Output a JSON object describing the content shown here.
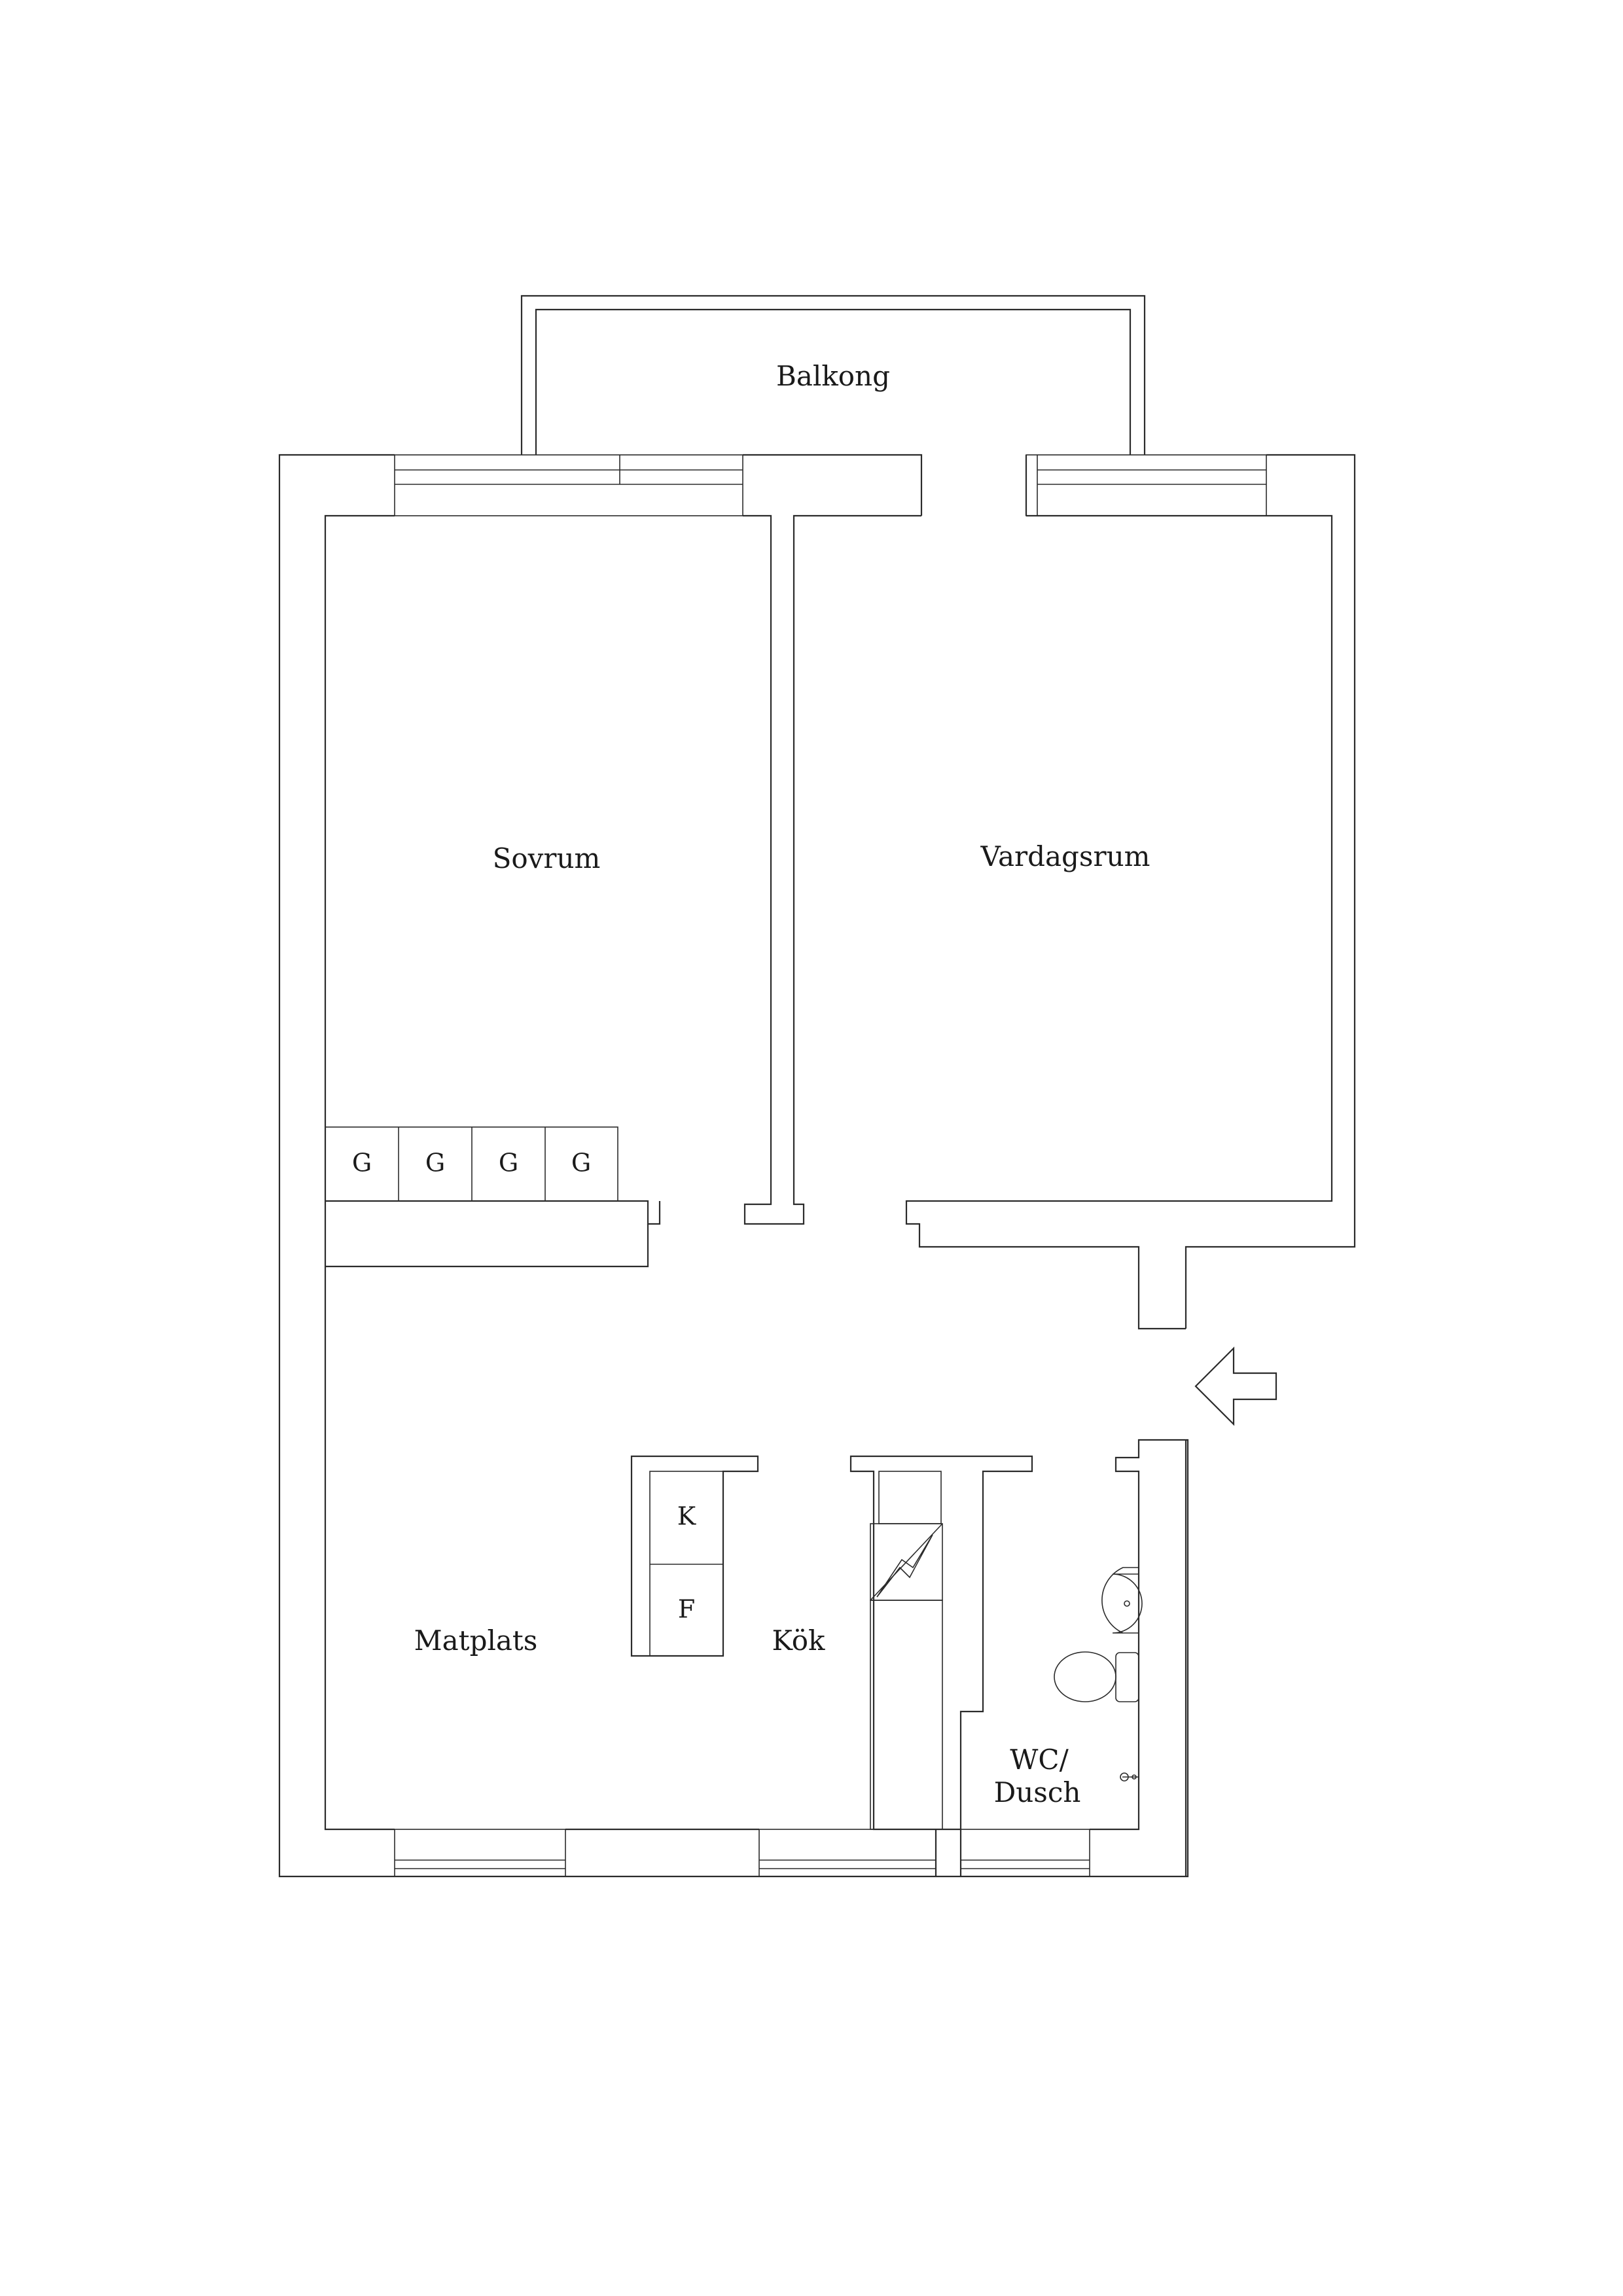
{
  "rooms": {
    "balcony": "Balkong",
    "bedroom": "Sovrum",
    "living_room": "Vardagsrum",
    "dining": "Matplats",
    "kitchen": "Kök",
    "bathroom_line1": "WC/",
    "bathroom_line2": "Dusch"
  },
  "fixtures": {
    "wardrobes": [
      "G",
      "G",
      "G",
      "G"
    ],
    "fridge": "K",
    "freezer": "F"
  },
  "icons": {
    "entrance": "entrance-arrow-icon",
    "stove": "stove-icon",
    "sink": "sink-icon",
    "toilet": "toilet-icon",
    "shower": "shower-icon"
  }
}
